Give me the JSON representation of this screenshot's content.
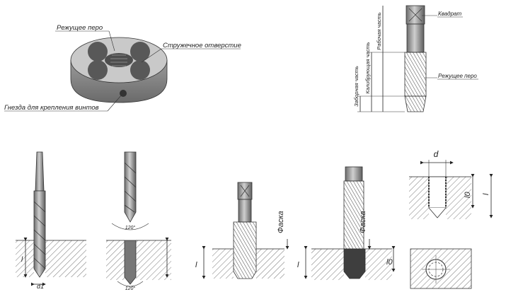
{
  "die": {
    "label_cutting_edge": "Режущее перо",
    "label_chip_hole": "Стружечное отверстие",
    "label_screw_sockets": "Гнезда для крепления винтов"
  },
  "tap": {
    "label_square": "Квадрат",
    "label_cutting_edge": "Режущее перо",
    "label_working_part": "Рабочая часть",
    "label_calibrating_part": "Калибрующая часть",
    "label_intake_part": "Заборная часть"
  },
  "drill": {
    "label_depth": "l",
    "label_diameter": "d1",
    "label_point_angle": "120°",
    "label_bottom_angle": "120°"
  },
  "tapping": {
    "label_chamfer_1": "Фаска",
    "label_chamfer_2": "Фаска",
    "label_depth_1": "l",
    "label_depth_2": "l",
    "label_thread_len": "l0"
  },
  "hole": {
    "label_d": "d",
    "label_l0": "l0",
    "label_l": "l"
  }
}
